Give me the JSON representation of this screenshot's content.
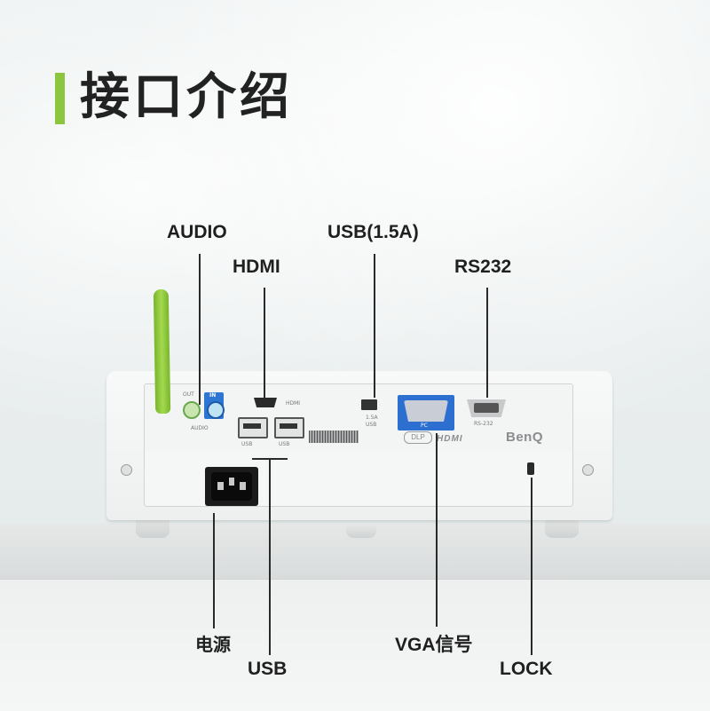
{
  "heading": {
    "title": "接口介绍",
    "accent_color": "#8cc63e"
  },
  "callouts": {
    "audio": "AUDIO",
    "hdmi": "HDMI",
    "usb_15a": "USB(1.5A)",
    "rs232": "RS232",
    "power": "电源",
    "usb": "USB",
    "vga": "VGA信号",
    "lock": "LOCK"
  },
  "panel_text": {
    "out": "OUT",
    "in": "IN",
    "audio": "AUDIO",
    "hdmi": "HDMI",
    "usb_rating": "1.5A",
    "usb_small": "USB",
    "usb_left": "USB",
    "usb_right": "USB",
    "pc": "PC",
    "rs232": "RS-232",
    "dlp": "DLP",
    "hdmi_logo": "HDMI",
    "brand": "BenQ"
  },
  "colors": {
    "vga_blue": "#2d6fd0",
    "audio_in_blue": "#2d76d2",
    "antenna_green": "#8cc63e"
  }
}
